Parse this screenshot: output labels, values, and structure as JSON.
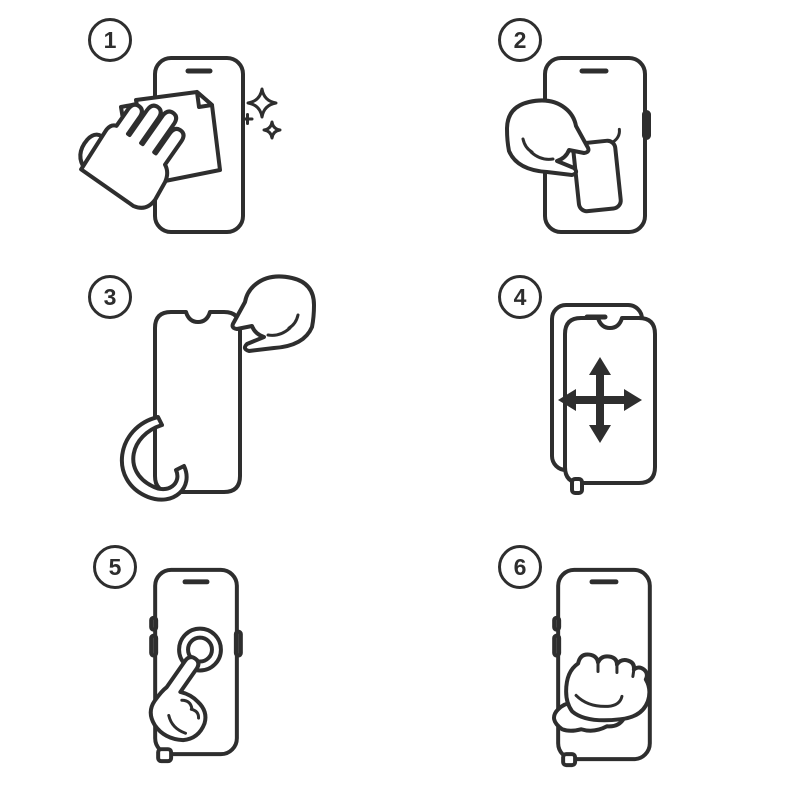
{
  "colors": {
    "line": "#2e2e2e",
    "bg": "#ffffff"
  },
  "diagram": {
    "kind": "screen-protector-installation-steps",
    "step_count": "6"
  },
  "steps": [
    {
      "number": "1",
      "icons": [
        "phone-icon",
        "cleaning-cloth-icon",
        "open-hand-icon",
        "sparkles-icon"
      ]
    },
    {
      "number": "2",
      "icons": [
        "phone-icon",
        "peel-film-icon",
        "pinch-hand-icon"
      ]
    },
    {
      "number": "3",
      "icons": [
        "screen-protector-icon",
        "pinch-hand-icon",
        "peel-curl-icon"
      ]
    },
    {
      "number": "4",
      "icons": [
        "phone-icon",
        "screen-protector-icon",
        "align-arrows-icon"
      ]
    },
    {
      "number": "5",
      "icons": [
        "phone-icon",
        "tap-ripple-icon",
        "pointing-hand-icon"
      ]
    },
    {
      "number": "6",
      "icons": [
        "phone-icon",
        "fist-hand-icon",
        "cloth-icon"
      ]
    }
  ]
}
